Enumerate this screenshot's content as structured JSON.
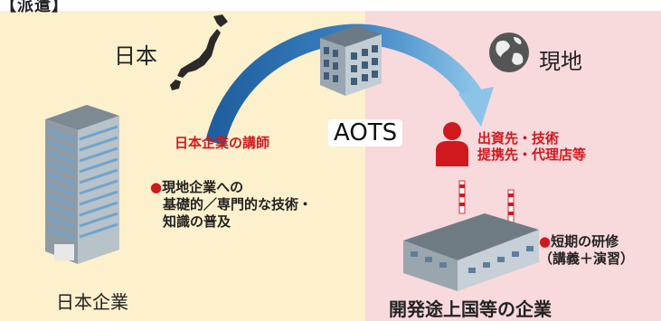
{
  "header": {
    "label": "【派遣】"
  },
  "japan_side": {
    "title": "日本",
    "company_label": "日本企業"
  },
  "local_side": {
    "title": "現地",
    "company_label": "開発途上国等の企業"
  },
  "center": {
    "org_label": "AOTS"
  },
  "instructor": {
    "label": "日本企業の講師"
  },
  "partners": {
    "line1": "出資先・技術",
    "line2": "提携先・代理店等"
  },
  "support": {
    "line1": "現地企業への",
    "line2": "基礎的／専門的な技術・",
    "line3": "知識の普及"
  },
  "training": {
    "line1": "短期の研修",
    "line2": "（講義＋演習）"
  },
  "colors": {
    "left_bg": "#fdf0cc",
    "right_bg": "#f8d9dc",
    "accent_red": "#d0191f",
    "arrow_blue": "#2f6fae",
    "arrow_light": "#7fbbe3"
  },
  "icons": [
    "japan-map-icon",
    "globe-icon",
    "person-icon",
    "office-building-icon",
    "aots-building-icon",
    "factory-icon",
    "bullet-icon"
  ]
}
